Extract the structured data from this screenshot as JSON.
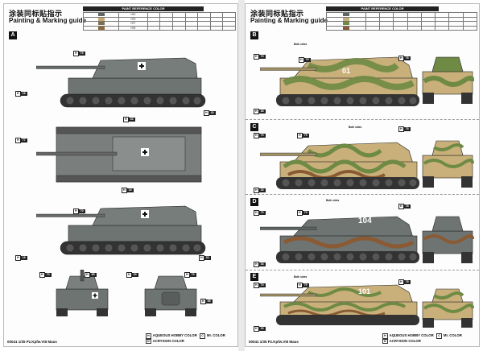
{
  "left_page": {
    "title_cn": "涂装同标贴指示",
    "title_en": "Painting & Marking guide",
    "reference_title": "PAINT REFERENCE COLOR",
    "reference_rows": [
      {
        "code": "H70",
        "name": "",
        "mr": "",
        "a": "",
        "b": "",
        "color": "#5f6766"
      },
      {
        "code": "H79",
        "name": "",
        "mr": "",
        "a": "",
        "b": "",
        "color": "#c5a86f"
      },
      {
        "code": "H77",
        "name": "",
        "mr": "",
        "a": "",
        "b": "",
        "color": "#7d7055"
      },
      {
        "code": "H76",
        "name": "",
        "mr": "",
        "a": "",
        "b": "",
        "color": "#8b6a3d"
      }
    ],
    "section_label": "A",
    "footer": "00041 1/35 Pz.Kpfw.VIII Maus",
    "legend_hobby": "AQUEOUS HOBBY COLOR",
    "legend_mr": "Mr. COLOR",
    "legend_acrysion": "ACRYSION COLOR",
    "legend_h": "H",
    "legend_c": "C",
    "legend_n": "N",
    "callouts": [
      {
        "code": "H",
        "num": "70"
      },
      {
        "code": "H",
        "num": "18"
      },
      {
        "code": "H",
        "num": "33"
      },
      {
        "code": "H",
        "num": "33"
      },
      {
        "code": "H",
        "num": "77"
      },
      {
        "code": "H",
        "num": "18"
      },
      {
        "code": "H",
        "num": "70"
      },
      {
        "code": "H",
        "num": "18"
      },
      {
        "code": "H",
        "num": "33"
      },
      {
        "code": "H",
        "num": "70"
      },
      {
        "code": "H",
        "num": "85"
      },
      {
        "code": "H",
        "num": "33"
      },
      {
        "code": "H",
        "num": "70"
      },
      {
        "code": "H",
        "num": "85"
      }
    ]
  },
  "right_page": {
    "title_cn": "涂装同标贴指示",
    "title_en": "Painting & Marking guide",
    "reference_title": "PAINT REFERENCE COLOR",
    "sections": [
      {
        "label": "B",
        "decal": "01",
        "note": "Both sides"
      },
      {
        "label": "C",
        "decal": "",
        "note": "Both sides"
      },
      {
        "label": "D",
        "decal": "104",
        "note": "Both sides"
      },
      {
        "label": "E",
        "decal": "101",
        "note": "Both sides"
      }
    ],
    "footer": "00041 1/35 Pz.Kpfw.VIII Maus",
    "legend_hobby": "AQUEOUS HOBBY COLOR",
    "legend_mr": "Mr. COLOR",
    "legend_acrysion": "ACRYSION COLOR",
    "callout_h": "H",
    "callout_nums": [
      "70",
      "79",
      "78",
      "33",
      "70",
      "79",
      "78",
      "33",
      "70",
      "79",
      "78",
      "33",
      "70",
      "79",
      "78",
      "33"
    ]
  },
  "colors": {
    "grey": "#6e7472",
    "sand": "#c9b07a",
    "green": "#6e8a45",
    "brown": "#8a5a34",
    "track": "#333333",
    "plan": "#7a7f7d"
  }
}
